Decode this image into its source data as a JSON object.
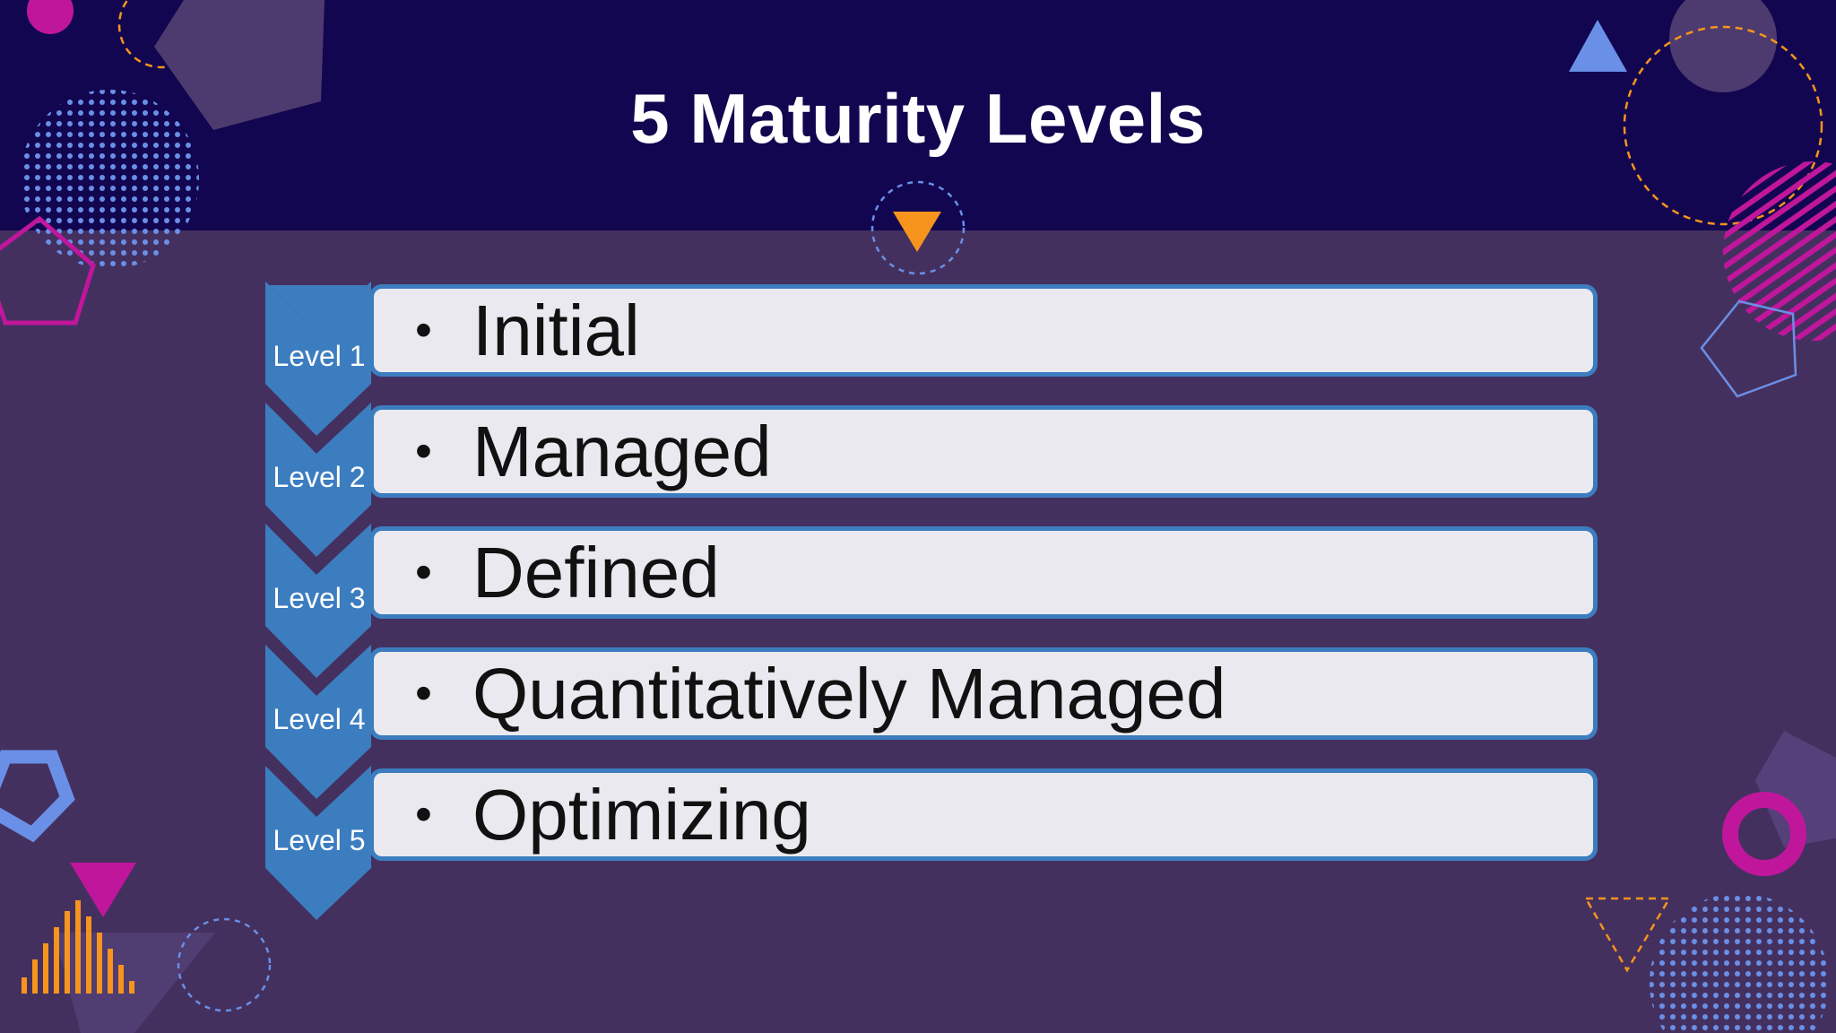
{
  "slide": {
    "title": "5 Maturity Levels"
  },
  "levels": [
    {
      "label": "Level 1",
      "name": "Initial"
    },
    {
      "label": "Level 2",
      "name": "Managed"
    },
    {
      "label": "Level 3",
      "name": "Defined"
    },
    {
      "label": "Level 4",
      "name": "Quantitatively Managed"
    },
    {
      "label": "Level 5",
      "name": "Optimizing"
    }
  ],
  "bullet_glyph": "•",
  "colors": {
    "header_band": "#120650",
    "background": "#44305f",
    "chevron": "#3c7dc0",
    "bar_fill": "#e9e9ef",
    "accent_orange": "#f7941d",
    "accent_magenta": "#c0169c",
    "accent_blue": "#6a8fe6"
  }
}
